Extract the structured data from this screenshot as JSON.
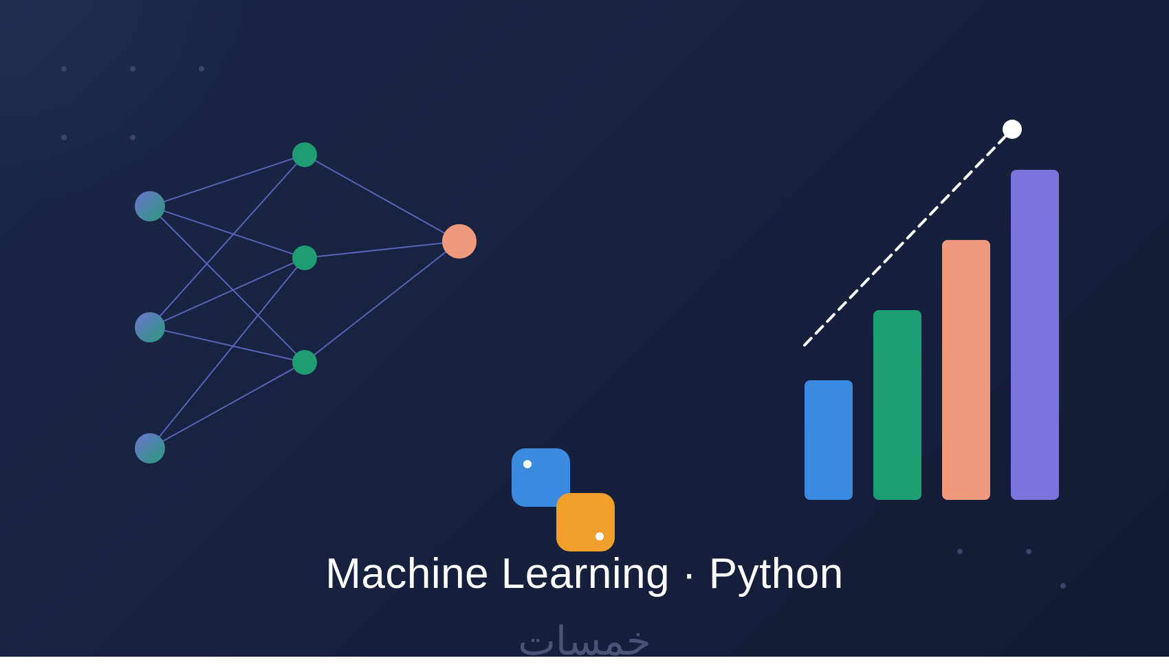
{
  "title": "Machine Learning · Python",
  "watermark": "خمسات",
  "colors": {
    "background": "#172142",
    "network_edge": "#5a63b8",
    "input_node_gradient": [
      "#6d74d0",
      "#2b9a7a"
    ],
    "hidden_node": "#1d9d71",
    "output_node": "#ef9a7c",
    "bar_colors": [
      "#3a8ae0",
      "#1d9f74",
      "#ef9a7c",
      "#7b74dc"
    ],
    "python_blue": "#3a8ae0",
    "python_orange": "#f0a02a",
    "trend_line": "#ffffff"
  },
  "icons": [
    "neural-network-icon",
    "bar-chart-icon",
    "python-logo-icon"
  ],
  "network": {
    "layers": [
      3,
      3,
      1
    ]
  },
  "bar_chart": {
    "values": [
      29,
      46,
      63,
      80
    ]
  }
}
